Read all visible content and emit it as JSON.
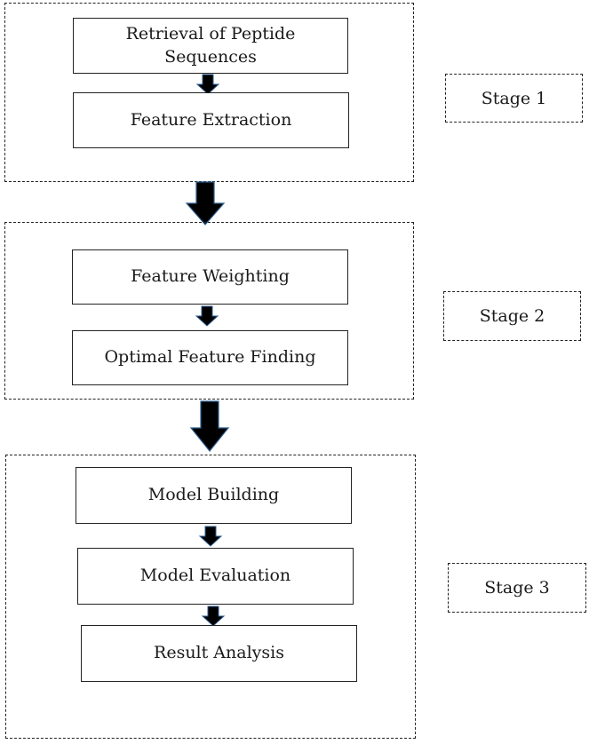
{
  "stages": [
    {
      "label": "Stage 1",
      "steps": [
        "Retrieval of Peptide Sequences",
        "Feature Extraction"
      ]
    },
    {
      "label": "Stage 2",
      "steps": [
        "Feature Weighting",
        "Optimal Feature Finding"
      ]
    },
    {
      "label": "Stage 3",
      "steps": [
        "Model Building",
        "Model Evaluation",
        "Result Analysis"
      ]
    }
  ],
  "colors": {
    "stroke": "#222222",
    "arrow_fill": "#000000",
    "arrow_edge": "#2d5d8f"
  }
}
